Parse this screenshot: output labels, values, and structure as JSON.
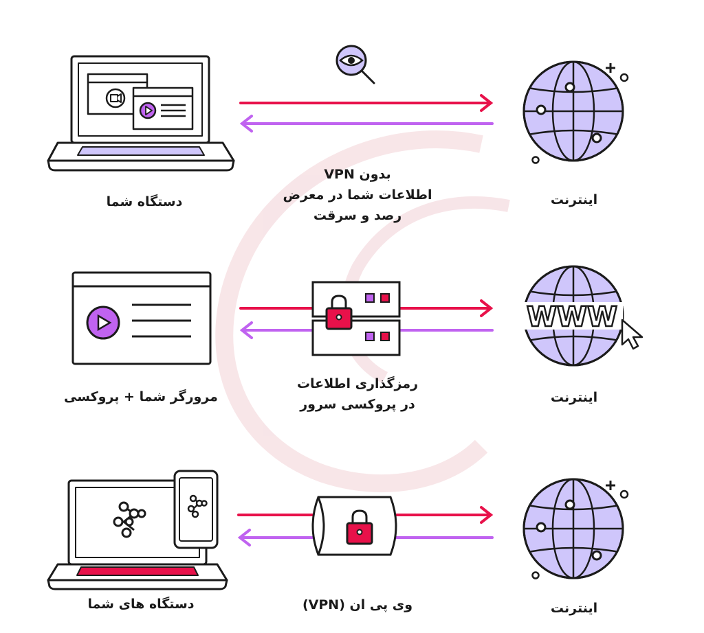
{
  "colors": {
    "outline": "#1b1b1b",
    "red_arrow": "#e8114a",
    "purple_arrow": "#c063f0",
    "globe_fill": "#cfc6fb",
    "lock": "#e8114a",
    "watermark": "#f7e3e6"
  },
  "rows": [
    {
      "left_label": "دستگاه شما",
      "middle_label_lines": [
        "بدون VPN",
        "اطلاعات شما در معرض",
        "رصد و سرقت"
      ],
      "right_label": "اینترنت",
      "left_icon": "laptop-with-windows-icon",
      "middle_icon": "eye-magnifier-icon",
      "right_icon": "globe-icon"
    },
    {
      "left_label": "مرورگر شما + پروکسی",
      "middle_label_lines": [
        "رمزگذاری اطلاعات",
        "در پروکسی سرور"
      ],
      "right_label": "اینترنت",
      "left_icon": "browser-window-icon",
      "middle_icon": "proxy-server-lock-icon",
      "right_icon": "www-globe-cursor-icon",
      "www_text": "WWW"
    },
    {
      "left_label": "دستگاه های شما",
      "middle_label_lines": [
        "وی پی ان (VPN)"
      ],
      "right_label": "اینترنت",
      "left_icon": "laptop-phone-icon",
      "middle_icon": "vpn-tunnel-lock-icon",
      "right_icon": "globe-icon"
    }
  ]
}
